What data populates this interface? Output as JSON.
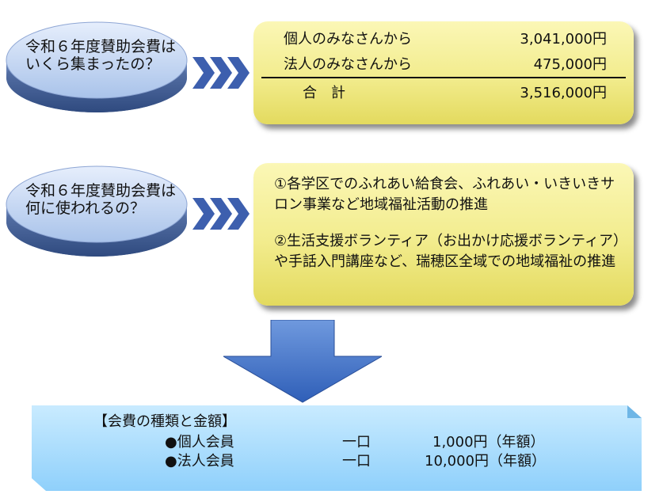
{
  "q1": {
    "question": "令和６年度賛助会費はいくら集まったの？",
    "rows": [
      {
        "label": "個人のみなさんから",
        "amount": "3,041,000円"
      },
      {
        "label": "法人のみなさんから",
        "amount": "475,000円"
      }
    ],
    "total": {
      "label": "合　計",
      "amount": "3,516,000円"
    }
  },
  "q2": {
    "question": "令和６年度賛助会費は何に使われるの？",
    "uses": [
      "①各学区でのふれあい給食会、ふれあい・いきいきサロン事業など地域福祉活動の推進",
      "②生活支援ボランティア（お出かけ応援ボランティア）や手話入門講座など、瑞穂区全域での地域福祉の推進"
    ]
  },
  "fees": {
    "heading": "【会費の種類と金額】",
    "items": [
      {
        "type": "●個人会員",
        "unit": "一口",
        "amount": "1,000円（年額）"
      },
      {
        "type": "●法人会員",
        "unit": "一口",
        "amount": "10,000円（年額）"
      }
    ]
  },
  "colors": {
    "disc_top": "#c6d8f4",
    "disc_side": "#3f5f9a",
    "chevron": "#3d5fae",
    "answer_box": "#f2ec8d",
    "down_arrow": "#4a7bd0",
    "fee_box": "#a9dcff"
  }
}
